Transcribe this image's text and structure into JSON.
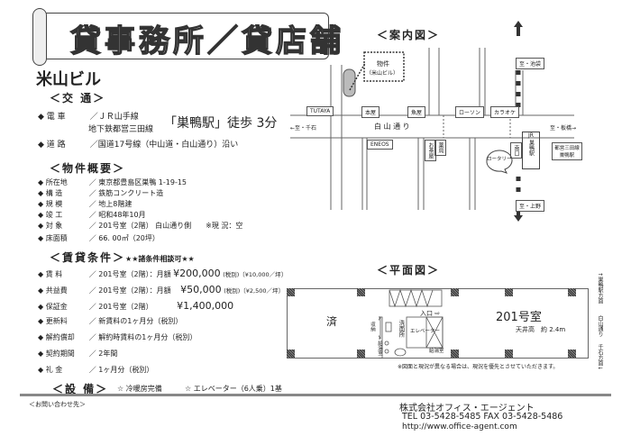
{
  "title": "貸事務所／貸店舗",
  "building_name": "米山ビル",
  "access": {
    "header": "＜交 通＞",
    "train_key": "電 車",
    "train_line1": "／ＪＲ山手線",
    "train_line2": "地下鉄都営三田線",
    "station": "「巣鴨駅」徒歩 3分",
    "road_key": "道 路",
    "road_val": "／国道17号線（中山道・白山通り）沿い"
  },
  "overview": {
    "header": "＜物件概要＞",
    "rows": [
      {
        "k": "所在地",
        "v": "／ 東京都豊島区巣鴨 1-19-15"
      },
      {
        "k": "構 造",
        "v": "／ 鉄筋コンクリート造"
      },
      {
        "k": "規 模",
        "v": "／ 地上8階建"
      },
      {
        "k": "竣 工",
        "v": "／ 昭和48年10月"
      },
      {
        "k": "対 象",
        "v": "／ 201号室（2階） 白山通り側　　※現 況：空"
      },
      {
        "k": "床面積",
        "v": "／ 66. 00㎡（20坪）"
      }
    ]
  },
  "terms": {
    "header": "＜賃貸条件＞",
    "note": "★★諸条件相談可★★",
    "rows": [
      {
        "k": "賃 料",
        "v": "／ 201号室（2階）：月額",
        "amt": "¥200,000",
        "extra": "(税別)〔¥10,000／坪〕"
      },
      {
        "k": "共益費",
        "v": "／ 201号室（2階）：月額",
        "amt": "¥50,000",
        "extra": "(税別)〔¥2,500／坪〕"
      },
      {
        "k": "保証金",
        "v": "／ 201号室（2階）",
        "amt": "¥1,400,000",
        "extra": ""
      },
      {
        "k": "更新料",
        "v": "／ 新賃料の1ヶ月分（税別）",
        "amt": "",
        "extra": ""
      },
      {
        "k": "解約償却",
        "v": "／ 解約時賃料の1ヶ月分（税別）",
        "amt": "",
        "extra": ""
      },
      {
        "k": "契約期間",
        "v": "／ 2年間",
        "amt": "",
        "extra": ""
      },
      {
        "k": "礼 金",
        "v": "／ 1ヶ月分（税別）",
        "amt": "",
        "extra": ""
      }
    ]
  },
  "equipment": {
    "header": "＜設 備＞",
    "item1": "☆ 冷暖房完備",
    "item2": "☆ エレベーター（6人乗）1基"
  },
  "contact_label": "＜お問い合わせ先＞",
  "company": {
    "name": "株式会社オフィス・エージェント",
    "tel": "TEL 03-5428-5485 FAX 03-5428-5486",
    "url": "http://www.office-agent.com"
  },
  "map": {
    "header": "＜案内図＞",
    "property": "物件",
    "property_sub": "（米山ビル）",
    "road": "白 山 通 り",
    "tutaya": "TUTAYA",
    "bookstore": "本屋",
    "fish": "魚屋",
    "lawson": "ローソン",
    "karaoke": "カラオケ",
    "eneos": "ENEOS",
    "tea": "お茶屋",
    "pharmacy": "薬局",
    "south_exit": "南口",
    "jr": "JR",
    "jr_station": "巣鴨駅",
    "mita": "都営三田線",
    "mita_station": "巣鴨駅",
    "rotary": "ロータリー",
    "to_ikebukuro": "至・池袋",
    "to_ueno": "至・上野",
    "to_sengoku": "←至・千石",
    "to_itabashi": "至・板橋→"
  },
  "floor": {
    "header": "＜平面図＞",
    "occupied": "済",
    "room": "201号室",
    "ceiling": "天井高　約 2.4m",
    "entrance": "入口 ⇨",
    "storage": "収納",
    "hot_water": "給湯室",
    "washroom": "洗面所",
    "elevator": "エレベーター",
    "hot_water2": "給湯室",
    "note": "※図面と現況が異なる場合は、現況を優先とさせていただきます。",
    "side1": "↑巣鴨駅方面",
    "side2": "白山通り",
    "side3": "千石方面↓"
  }
}
